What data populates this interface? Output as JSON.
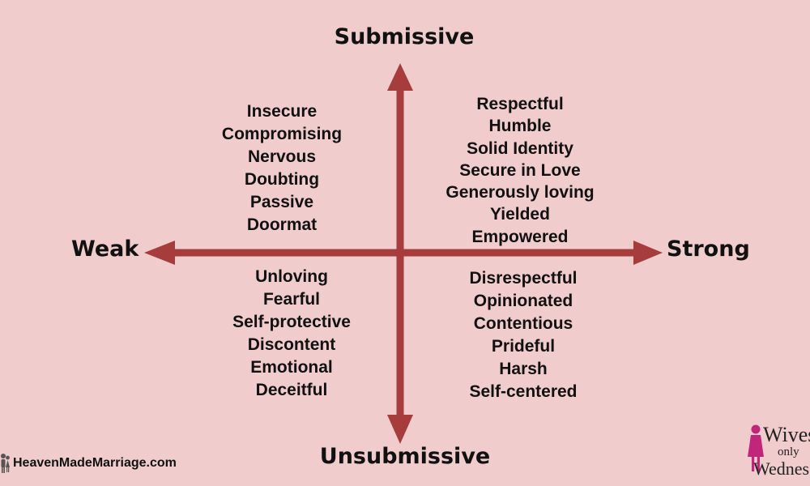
{
  "axes": {
    "top": "Submissive",
    "bottom": "Unsubmissive",
    "left": "Weak",
    "right": "Strong"
  },
  "quadrants": {
    "top_left": [
      "Insecure",
      "Compromising",
      "Nervous",
      "Doubting",
      "Passive",
      "Doormat"
    ],
    "top_right": [
      "Respectful",
      "Humble",
      "Solid Identity",
      "Secure in Love",
      "Generously loving",
      "Yielded",
      "Empowered"
    ],
    "bottom_left": [
      "Unloving",
      "Fearful",
      "Self-protective",
      "Discontent",
      "Emotional",
      "Deceitful"
    ],
    "bottom_right": [
      "Disrespectful",
      "Opinionated",
      "Contentious",
      "Prideful",
      "Harsh",
      "Self-centered"
    ]
  },
  "branding": {
    "left_text": "HeavenMadeMarriage.com",
    "right_logo": {
      "line1": "Wives",
      "line2": "only",
      "line3": "Wednesday"
    }
  },
  "colors": {
    "background": "#f0cccc",
    "arrow": "#a63c3c",
    "text": "#111111",
    "logo_figure": "#c0267a"
  },
  "icons": {
    "brand_left": "couple-figures-icon",
    "brand_right": "woman-figure-icon"
  }
}
